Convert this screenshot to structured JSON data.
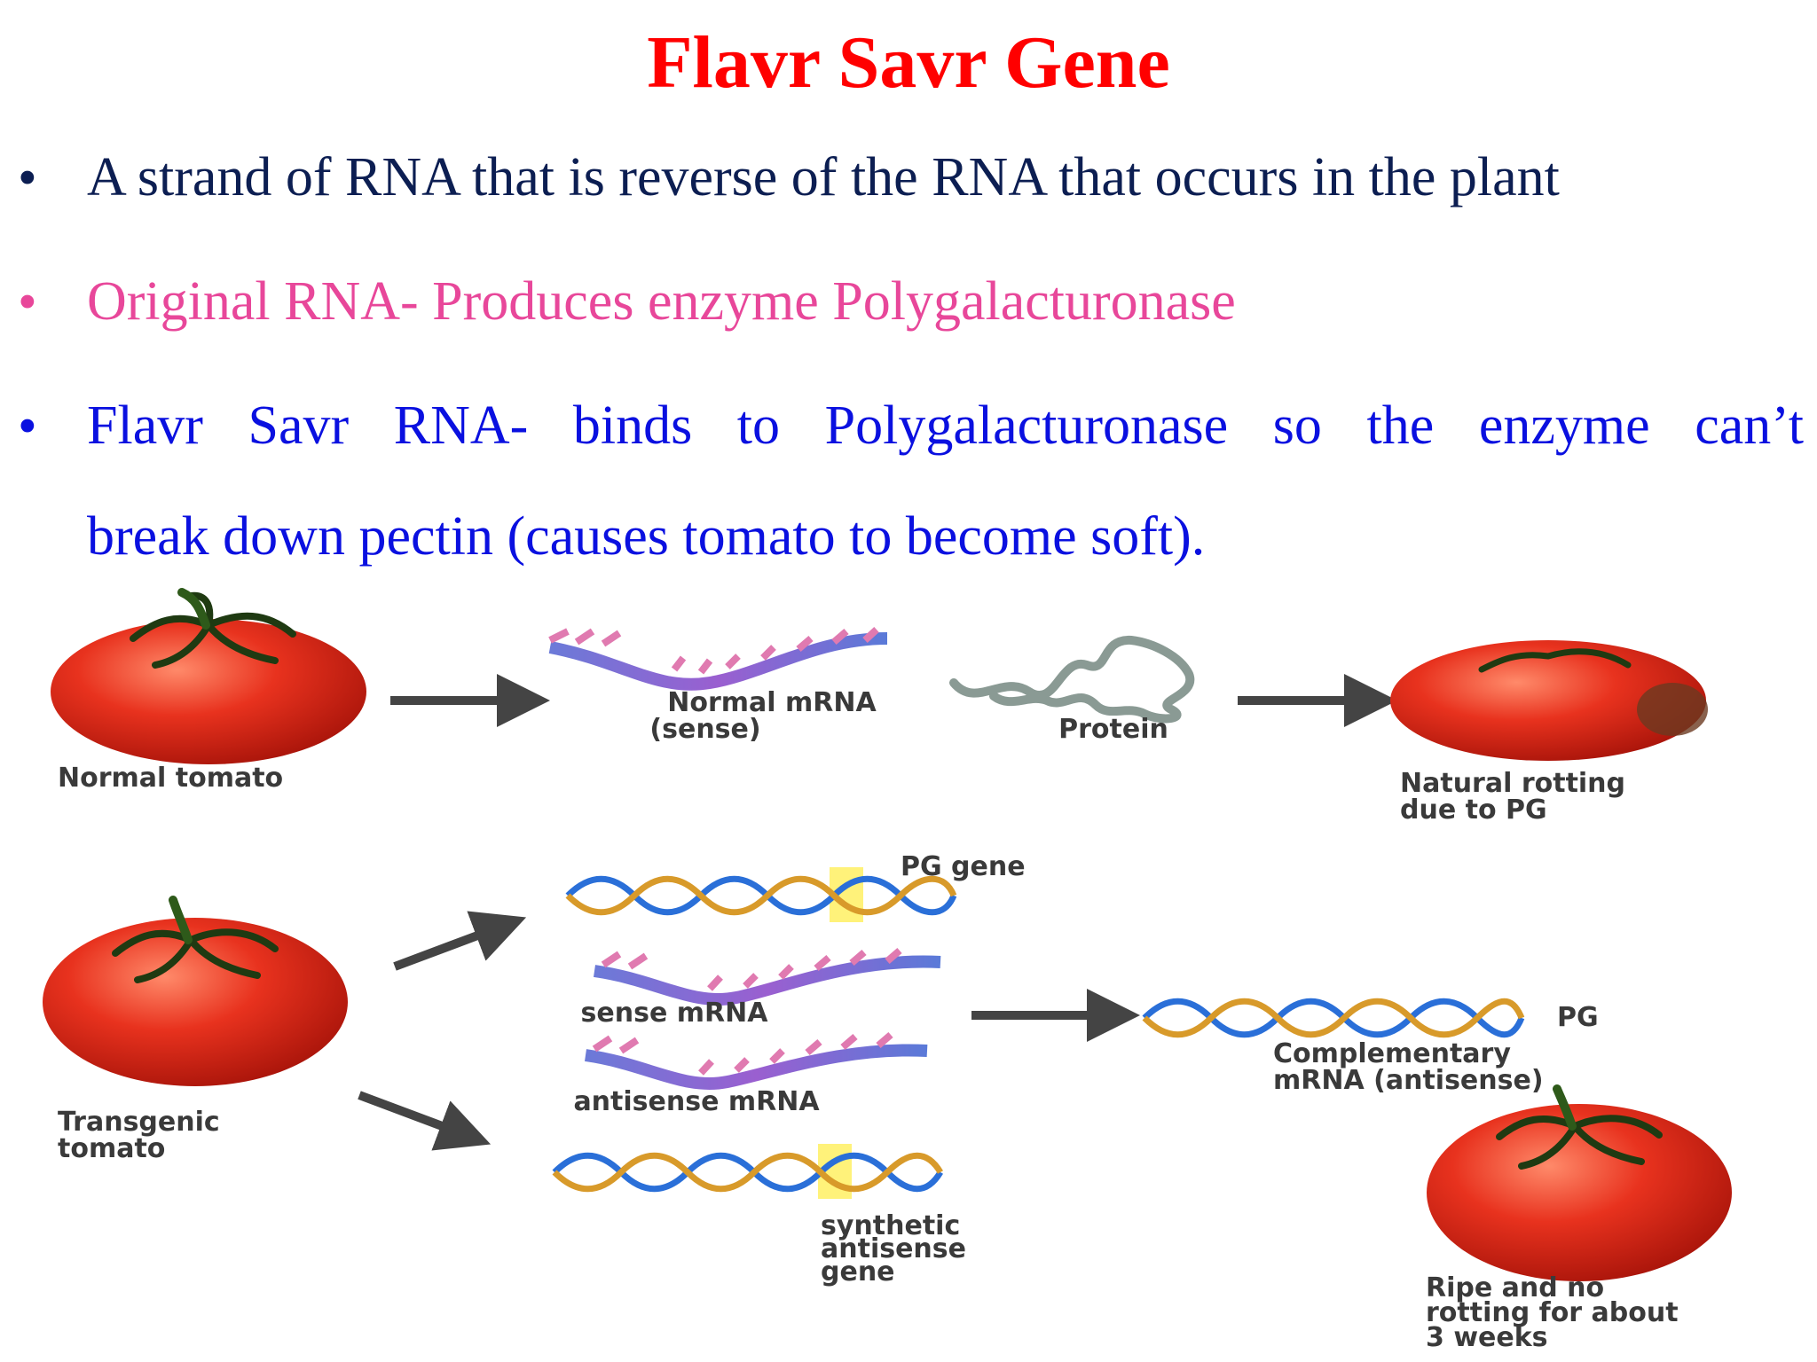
{
  "slide": {
    "title": "Flavr Savr Gene",
    "bullets": [
      {
        "marker": "•",
        "text": "A strand of RNA that is reverse of the RNA that occurs in the plant",
        "color": "#0c1e52"
      },
      {
        "marker": "•",
        "text": "Original RNA- Produces enzyme Polygalacturonase",
        "color": "#e8479a"
      },
      {
        "marker": "•",
        "line1": "Flavr Savr RNA- binds to Polygalacturonase so the enzyme can’t",
        "line2": "break down pectin (causes tomato to become soft).",
        "color": "#0a10e0"
      }
    ]
  },
  "diagram": {
    "normal_tomato": "Normal tomato",
    "normal_mrna_1": "Normal mRNA",
    "normal_mrna_2": "(sense)",
    "protein": "Protein",
    "natural_rotting_1": "Natural rotting",
    "natural_rotting_2": "due to PG",
    "pg_gene": "PG gene",
    "transgenic_1": "Transgenic",
    "transgenic_2": "tomato",
    "sense_mrna": "sense mRNA",
    "antisense_mrna": "antisense mRNA",
    "synthetic_1": "synthetic",
    "synthetic_2": "antisense",
    "synthetic_3": "gene",
    "pg": "PG",
    "complementary_1": "Complementary",
    "complementary_2": "mRNA (antisense)",
    "ripe_1": "Ripe and no",
    "ripe_2": "rotting for about",
    "ripe_3": "3 weeks",
    "colors": {
      "tomato": "#e8321e",
      "arrow": "#444444",
      "label": "#3a3a3a",
      "pg_highlight": "#fff27a"
    }
  }
}
